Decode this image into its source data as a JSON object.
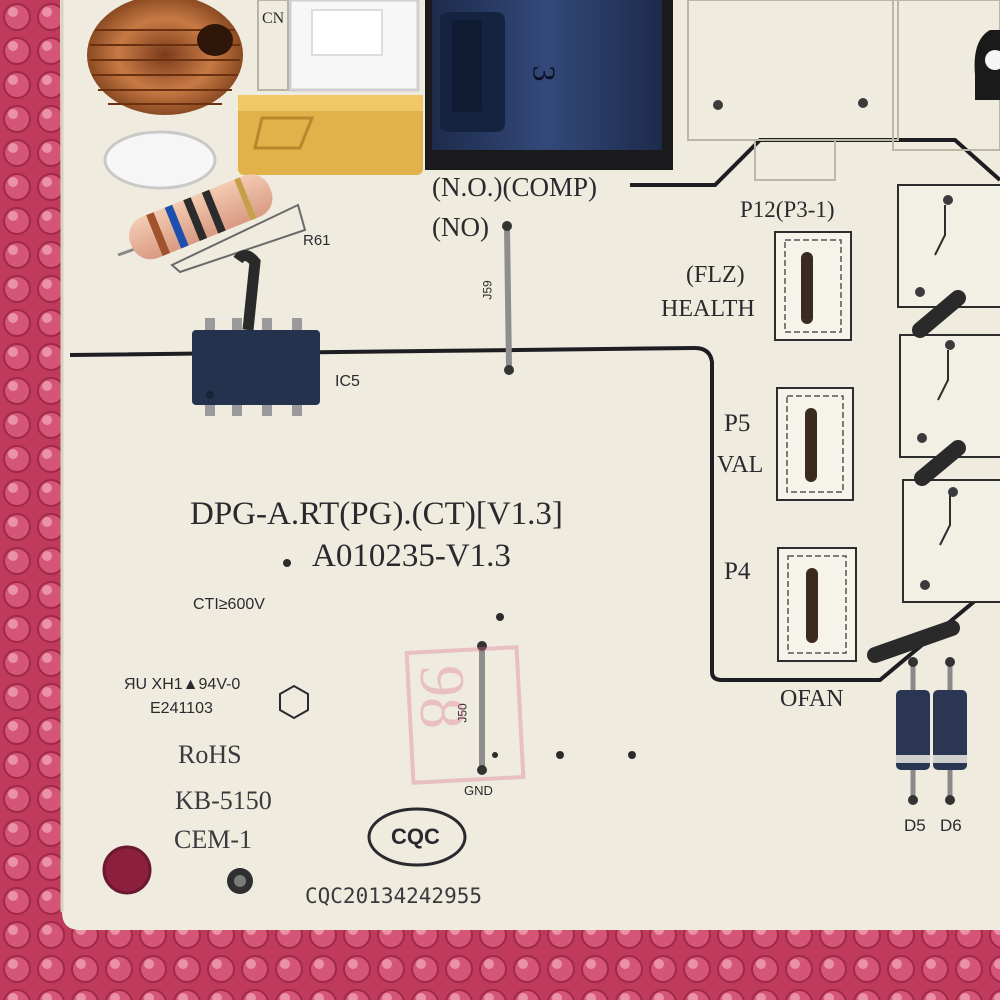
{
  "board": {
    "model_line": "DPG-A.RT(PG).(CT)[V1.3]",
    "part_number": "A010235-V1.3",
    "cti": "CTI≥600V",
    "ul_mark": "ЯU XH1▲94V-0",
    "ul_file": "E241103",
    "rohs": "RoHS",
    "kb": "KB-5150",
    "cem": "CEM-1",
    "cqc_logo": "CQC",
    "cqc_number": "CQC20134242955",
    "colors": {
      "pcb": "#efebdf",
      "background": "#c23b5e",
      "silkscreen": "#2a2a2e",
      "trace": "#1e1e22",
      "relay_blue": "#2b3d66",
      "capacitor_yellow": "#e2b24a"
    }
  },
  "labels": {
    "r61": "R61",
    "ic5": "IC5",
    "jumper_j59": "J59",
    "jumper_j50": "J50",
    "gnd": "GND",
    "no_comp": "(N.O.)(COMP)",
    "no": "(NO)",
    "cn": "CN",
    "p12": "P12(P3-1)",
    "flz": "(FLZ)",
    "health": "HEALTH",
    "p5": "P5",
    "val": "VAL",
    "p4": "P4",
    "ofan": "OFAN",
    "d5": "D5",
    "d6": "D6",
    "relay_mark": "3",
    "ink_stamp": "98"
  }
}
